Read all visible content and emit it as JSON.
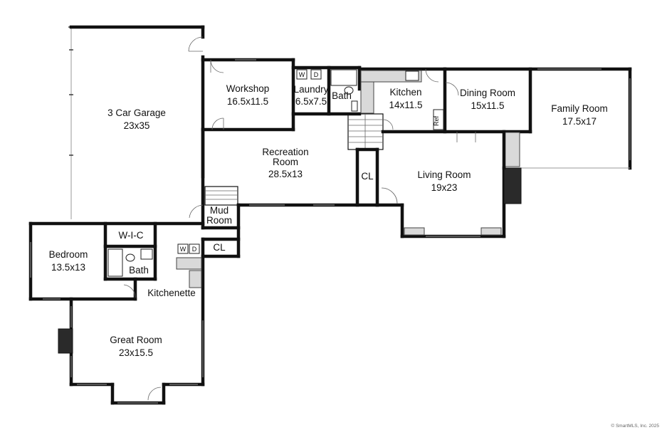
{
  "floorplan": {
    "rooms": [
      {
        "id": "garage",
        "name": "3 Car Garage",
        "size": "23x35"
      },
      {
        "id": "workshop",
        "name": "Workshop",
        "size": "16.5x11.5"
      },
      {
        "id": "laundry",
        "name": "Laundry",
        "size": "6.5x7.5"
      },
      {
        "id": "bath-main",
        "name": "Bath",
        "size": ""
      },
      {
        "id": "kitchen",
        "name": "Kitchen",
        "size": "14x11.5"
      },
      {
        "id": "dining",
        "name": "Dining Room",
        "size": "15x11.5"
      },
      {
        "id": "family",
        "name": "Family Room",
        "size": "17.5x17"
      },
      {
        "id": "recreation",
        "name": "Recreation Room",
        "name_line1": "Recreation",
        "name_line2": "Room",
        "size": "28.5x13"
      },
      {
        "id": "closet-1",
        "name": "CL",
        "size": ""
      },
      {
        "id": "living",
        "name": "Living Room",
        "size": "19x23"
      },
      {
        "id": "mudroom",
        "name": "Mud Room",
        "name_line1": "Mud",
        "name_line2": "Room",
        "size": ""
      },
      {
        "id": "closet-2",
        "name": "CL",
        "size": ""
      },
      {
        "id": "wic",
        "name": "W-I-C",
        "size": ""
      },
      {
        "id": "bedroom",
        "name": "Bedroom",
        "size": "13.5x13"
      },
      {
        "id": "bath-bed",
        "name": "Bath",
        "size": ""
      },
      {
        "id": "kitchenette",
        "name": "Kitchenette",
        "size": ""
      },
      {
        "id": "great",
        "name": "Great Room",
        "size": "23x15.5"
      }
    ],
    "appliance_labels": {
      "washer": "W",
      "dryer": "D",
      "refrigerator": "Ref"
    },
    "copyright": "© SmartMLS, Inc. 2025"
  }
}
